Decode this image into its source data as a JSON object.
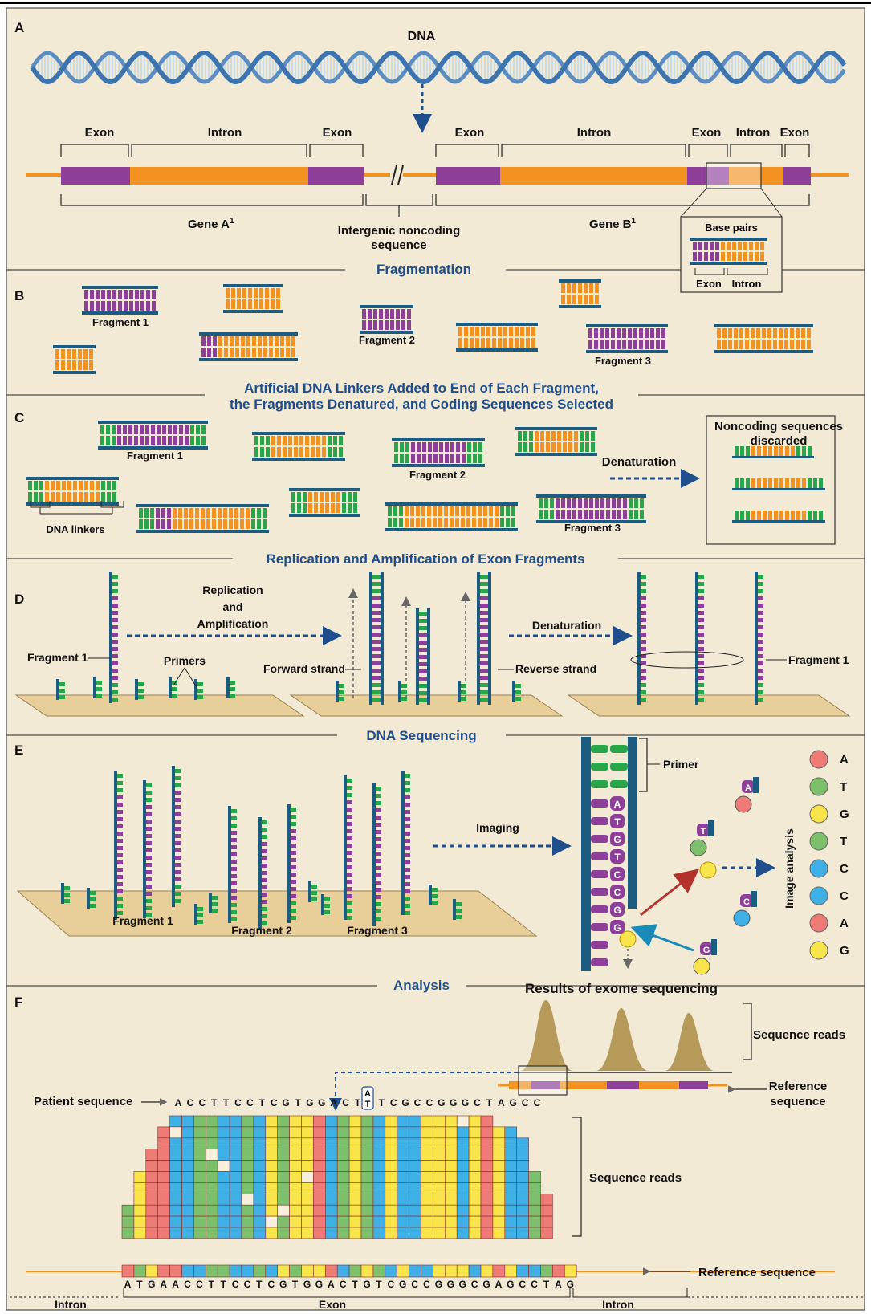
{
  "colors": {
    "background": "#f3ead6",
    "panel_border": "#4a4a4a",
    "exon": "#8e3f9a",
    "intron": "#f3921f",
    "strand": "#1c5c80",
    "linker": "#2aa64a",
    "title_blue": "#1f4e8c",
    "base_A": "#ee7b75",
    "base_T": "#7cc06c",
    "base_G": "#f9e44a",
    "base_C": "#3fb0e6",
    "platform": "#e8cf9a",
    "peak": "#b59a5a"
  },
  "panels": {
    "a": {
      "letter": "A"
    },
    "b": {
      "letter": "B"
    },
    "c": {
      "letter": "C"
    },
    "d": {
      "letter": "D"
    },
    "e": {
      "letter": "E"
    },
    "f": {
      "letter": "F"
    }
  },
  "panel_a": {
    "dna_label": "DNA",
    "gene_a_segments": [
      "Exon",
      "Intron",
      "Exon"
    ],
    "gene_b_segments": [
      "Exon",
      "Intron",
      "Exon",
      "Intron",
      "Exon"
    ],
    "gene_a_label": "Gene A",
    "gene_b_label": "Gene B",
    "footnote_mark": "1",
    "intergenic_line1": "Intergenic noncoding",
    "intergenic_line2": "sequence",
    "inset_title": "Base pairs",
    "inset_exon": "Exon",
    "inset_intron": "Intron"
  },
  "sections": {
    "fragmentation": "Fragmentation",
    "linkers_line1": "Artificial DNA Linkers Added to End of Each Fragment,",
    "linkers_line2": "the Fragments Denatured, and Coding Sequences Selected",
    "replication": "Replication and Amplification of Exon Fragments",
    "sequencing": "DNA Sequencing",
    "analysis": "Analysis"
  },
  "panel_b": {
    "fragment1": "Fragment 1",
    "fragment2": "Fragment 2",
    "fragment3": "Fragment 3"
  },
  "panel_c": {
    "fragment1": "Fragment 1",
    "fragment2": "Fragment 2",
    "fragment3": "Fragment 3",
    "dna_linkers": "DNA linkers",
    "denaturation": "Denaturation",
    "discard_line1": "Noncoding sequences",
    "discard_line2": "discarded"
  },
  "panel_d": {
    "fragment1_left": "Fragment 1",
    "primers": "Primers",
    "replication_line1": "Replication",
    "replication_line2": "and",
    "replication_line3": "Amplification",
    "forward_strand": "Forward strand",
    "reverse_strand": "Reverse strand",
    "denaturation": "Denaturation",
    "fragment1_right": "Fragment 1"
  },
  "panel_e": {
    "fragment1": "Fragment 1",
    "fragment2": "Fragment 2",
    "fragment3": "Fragment 3",
    "imaging": "Imaging",
    "primer": "Primer",
    "strand_bases": [
      "A",
      "T",
      "G",
      "T",
      "C",
      "C",
      "G",
      "G"
    ],
    "free_bases": [
      "T",
      "A",
      "C",
      "G"
    ],
    "image_analysis": "Image analysis",
    "legend_bases": [
      "A",
      "T",
      "G",
      "T",
      "C",
      "C",
      "A",
      "G"
    ]
  },
  "panel_f": {
    "results_title": "Results of exome sequencing",
    "sequence_reads_top": "Sequence reads",
    "reference_line1": "Reference",
    "reference_line2": "sequence",
    "patient_label": "Patient sequence",
    "patient_sequence": "ACCTTCCTCGTGGACTGTCGCCGGGCTAGCC",
    "variant_alleles": [
      "A",
      "T"
    ],
    "sequence_reads_mid": "Sequence reads",
    "reference_sequence_label": "Reference sequence",
    "reference_sequence": "ATGAACCTTCCTCGTGGACTGTCGCCGGGCGAGCCTAG",
    "intron_left": "Intron",
    "exon": "Exon",
    "intron_right": "Intron"
  }
}
